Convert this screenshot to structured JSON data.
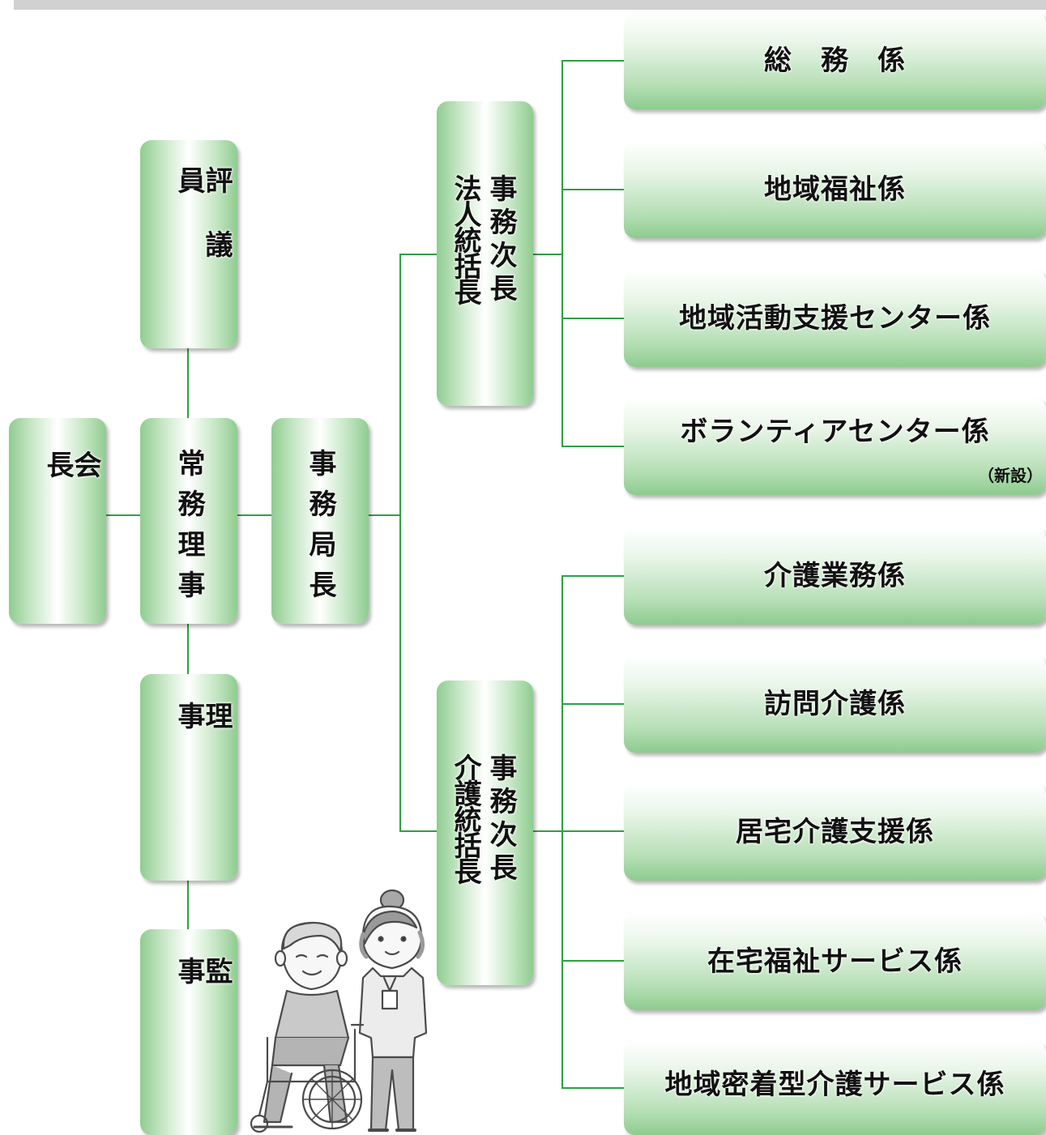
{
  "nodes": {
    "chairman": "会長",
    "councilors": "評議員",
    "executive_director": "常務理事",
    "directors": "理事",
    "auditors": "監事",
    "secretary_general": "事務局長",
    "deputy_corporate": {
      "line1": "事務次長",
      "line2": "法人統括長"
    },
    "deputy_care": {
      "line1": "事務次長",
      "line2": "介護統括長"
    }
  },
  "sections_corporate": [
    "総　務　係",
    "地域福祉係",
    "地域活動支援センター係",
    "ボランティアセンター係"
  ],
  "volunteer_note": "（新設）",
  "sections_care": [
    "介護業務係",
    "訪問介護係",
    "居宅介護支援係",
    "在宅福祉サービス係",
    "地域密着型介護サービス係"
  ],
  "colors": {
    "line": "#2ea043",
    "box_dark": "#8dcb8e",
    "box_light": "#ffffff"
  },
  "illustration": "elderly-man-in-wheelchair-with-caregiver"
}
